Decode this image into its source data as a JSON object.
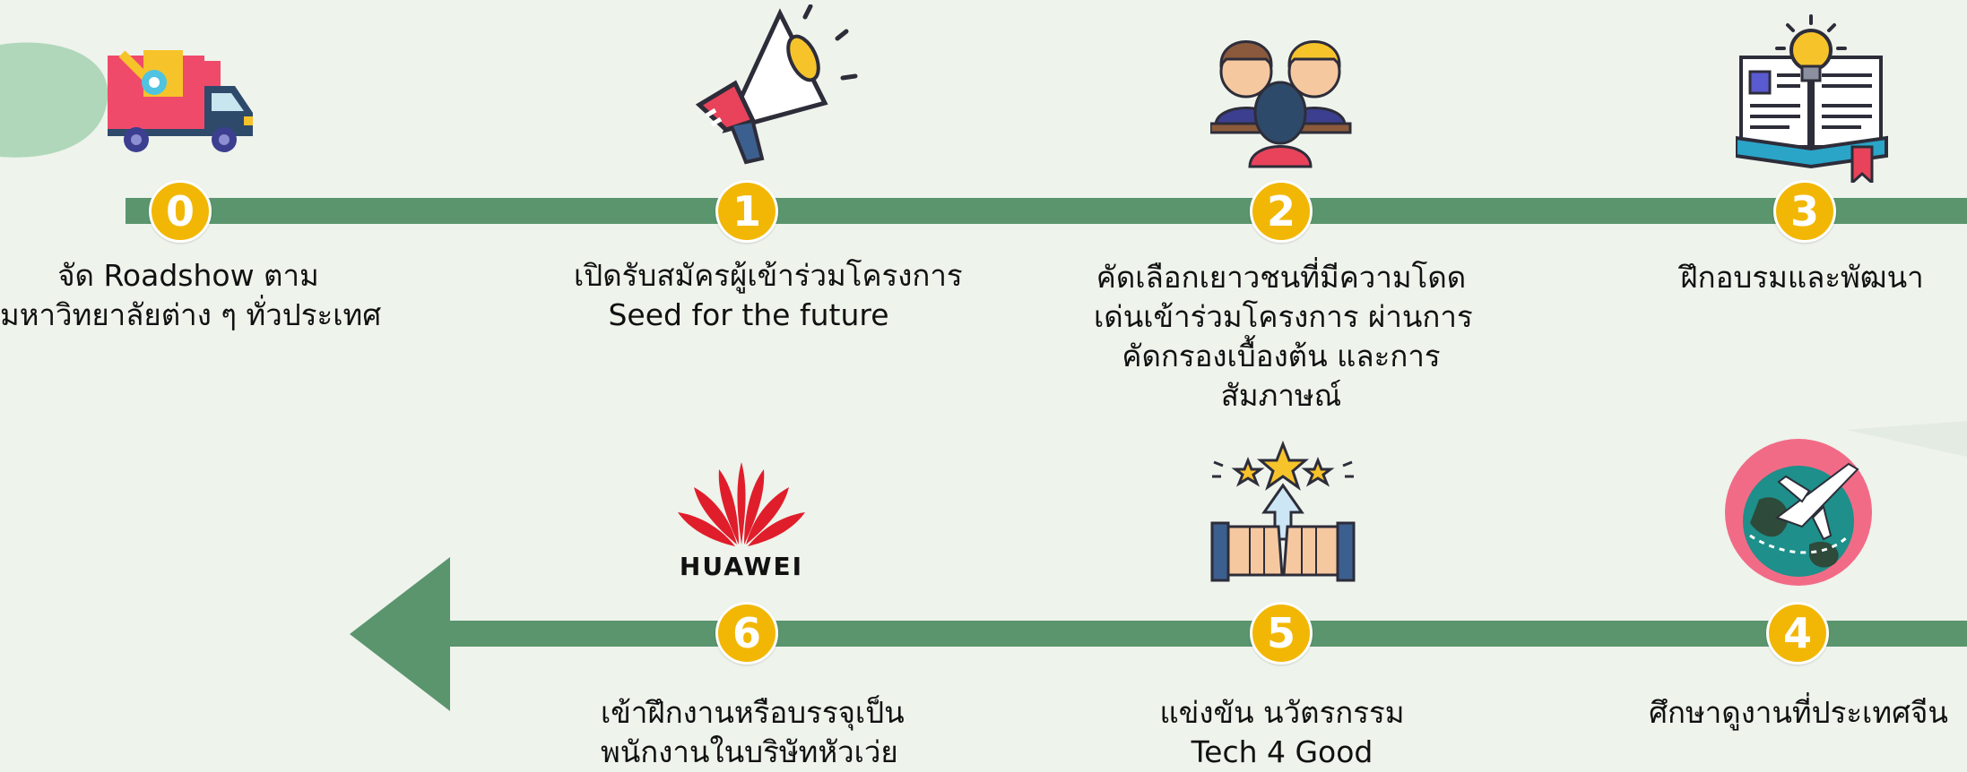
{
  "steps": [
    {
      "number": "0",
      "lines": [
        "จัด Roadshow ตาม",
        "มหาวิทยาลัยต่าง ๆ ทั่วประเทศ"
      ],
      "icon": "truck-icon"
    },
    {
      "number": "1",
      "lines": [
        "เปิดรับสมัครผู้เข้าร่วมโครงการ",
        "Seed for the future"
      ],
      "icon": "megaphone-icon"
    },
    {
      "number": "2",
      "lines": [
        "คัดเลือกเยาวชนที่มีความโดด",
        "เด่นเข้าร่วมโครงการ ผ่านการ",
        "คัดกรองเบื้องต้น และการ",
        "สัมภาษณ์"
      ],
      "icon": "interview-people-icon"
    },
    {
      "number": "3",
      "lines": [
        "ฝึกอบรมและพัฒนา"
      ],
      "icon": "book-lightbulb-icon"
    },
    {
      "number": "4",
      "lines": [
        "ศึกษาดูงานที่ประเทศจีน"
      ],
      "icon": "globe-airplane-icon"
    },
    {
      "number": "5",
      "lines": [
        "แข่งขัน นวัตรกรรม",
        "Tech 4 Good"
      ],
      "icon": "fist-bump-stars-icon"
    },
    {
      "number": "6",
      "lines": [
        "เข้าฝึกงานหรือบรรจุเป็น",
        "พนักงานในบริษัทหัวเว่ย"
      ],
      "icon": "huawei-logo"
    }
  ],
  "logo_text": "HUAWEI",
  "colors": {
    "track": "#5a956e",
    "badge": "#f2b705",
    "background": "#eef3ec"
  }
}
